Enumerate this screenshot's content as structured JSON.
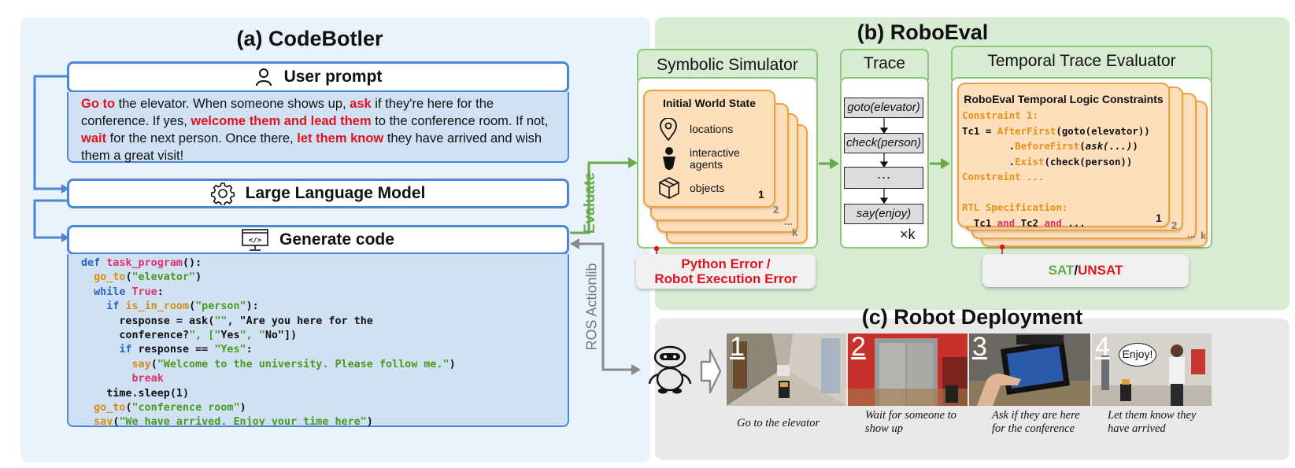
{
  "panel_a": {
    "title": "(a) CodeBotler",
    "user_prompt": {
      "label": "User prompt",
      "icon": "person-icon",
      "segments": [
        {
          "text": "Go to",
          "highlight": true
        },
        {
          "text": " the elevator. When someone shows up, ",
          "highlight": false
        },
        {
          "text": "ask",
          "highlight": true
        },
        {
          "text": " if they're here for the conference. If yes, ",
          "highlight": false
        },
        {
          "text": "welcome them and lead them",
          "highlight": true
        },
        {
          "text": " to the conference room. If not, ",
          "highlight": false
        },
        {
          "text": "wait",
          "highlight": true
        },
        {
          "text": " for the next person. Once there, ",
          "highlight": false
        },
        {
          "text": "let them know",
          "highlight": true
        },
        {
          "text": " they have arrived and wish them a great visit!",
          "highlight": false
        }
      ]
    },
    "llm": {
      "label": "Large Language Model",
      "icon": "gear-icon"
    },
    "generate": {
      "label": "Generate code",
      "icon": "code-window-icon"
    },
    "code_lines": [
      "def task_program():",
      "  go_to(\"elevator\")",
      "  while True:",
      "    if is_in_room(\"person\"):",
      "      response = ask(\"\", \"Are you here for the",
      "      conference?\", [\"Yes\", \"No\"])",
      "      if response == \"Yes\":",
      "        say(\"Welcome to the university. Please follow me.\")",
      "        break",
      "    time.sleep(1)",
      "  go_to(\"conference room\")",
      "  say(\"We have arrived. Enjoy your time here\")"
    ]
  },
  "arrows": {
    "evaluate": "Evaluate",
    "ros": "ROS Actionlib"
  },
  "panel_b": {
    "title": "(b) RoboEval",
    "simulator": {
      "title": "Symbolic Simulator",
      "card_title": "Initial World State",
      "items": [
        {
          "label": "locations",
          "icon": "location-pin-icon"
        },
        {
          "label": "interactive agents",
          "icon": "agent-icon"
        },
        {
          "label": "objects",
          "icon": "box-icon"
        }
      ],
      "stack_labels": [
        "1",
        "2",
        "...",
        "k"
      ]
    },
    "trace": {
      "title": "Trace",
      "steps": [
        "goto(elevator)",
        "check(person)",
        "···",
        "say(enjoy)"
      ],
      "multiplier": "×k"
    },
    "evaluator": {
      "title": "Temporal Trace Evaluator",
      "card_title": "RoboEval Temporal Logic Constraints",
      "stack_labels": [
        "1",
        "2",
        "...",
        "k"
      ]
    },
    "error": {
      "line1": "Python Error /",
      "line2": "Robot Execution Error"
    },
    "result": {
      "sat": "SAT",
      "sep": "/",
      "unsat": "UNSAT"
    }
  },
  "panel_c": {
    "title": "(c) Robot Deployment",
    "photos": [
      {
        "num": "1",
        "caption": "Go to the elevator"
      },
      {
        "num": "2",
        "caption": "Wait for someone to show up"
      },
      {
        "num": "3",
        "caption": "Ask if they are here for the conference"
      },
      {
        "num": "4",
        "caption": "Let them know they have arrived",
        "bubble": "Enjoy!"
      }
    ]
  },
  "colors": {
    "blue": "#4a86d8",
    "green": "#6aaa4a",
    "red": "#e0141c",
    "orange": "#f0a040",
    "gray_arrow": "#8a8a8a"
  }
}
